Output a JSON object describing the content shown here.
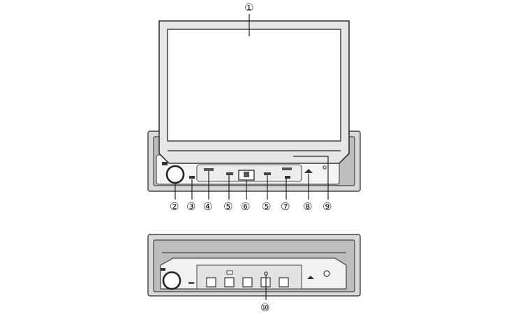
{
  "figure": {
    "callouts": {
      "c1": "①",
      "c2": "②",
      "c3": "③",
      "c4": "④",
      "c5a": "⑤",
      "c6": "⑥",
      "c5b": "⑤",
      "c7": "⑦",
      "c8": "⑧",
      "c9": "⑨",
      "c10": "⑩"
    }
  }
}
